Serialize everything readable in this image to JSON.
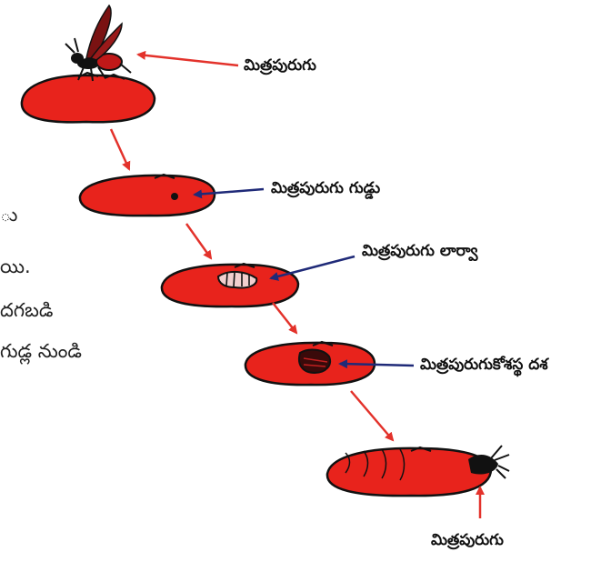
{
  "labels": {
    "adult_wasp": "మిత్రపురుగు",
    "egg": "మిత్రపురుగు గుడ్డు",
    "larva": "మిత్రపురుగు లార్వా",
    "pupa": "మిత్రపురుగుకోశస్థ దశ",
    "emerging_adult": "మిత్రపురుగు"
  },
  "side_text": [
    "ు",
    "యి.",
    "దగబడి",
    "గుడ్ల నుండి"
  ],
  "colors": {
    "body": "#e8231c",
    "outline": "#111111",
    "red_arrow": "#e3322b",
    "blue_arrow": "#1f2a78"
  }
}
